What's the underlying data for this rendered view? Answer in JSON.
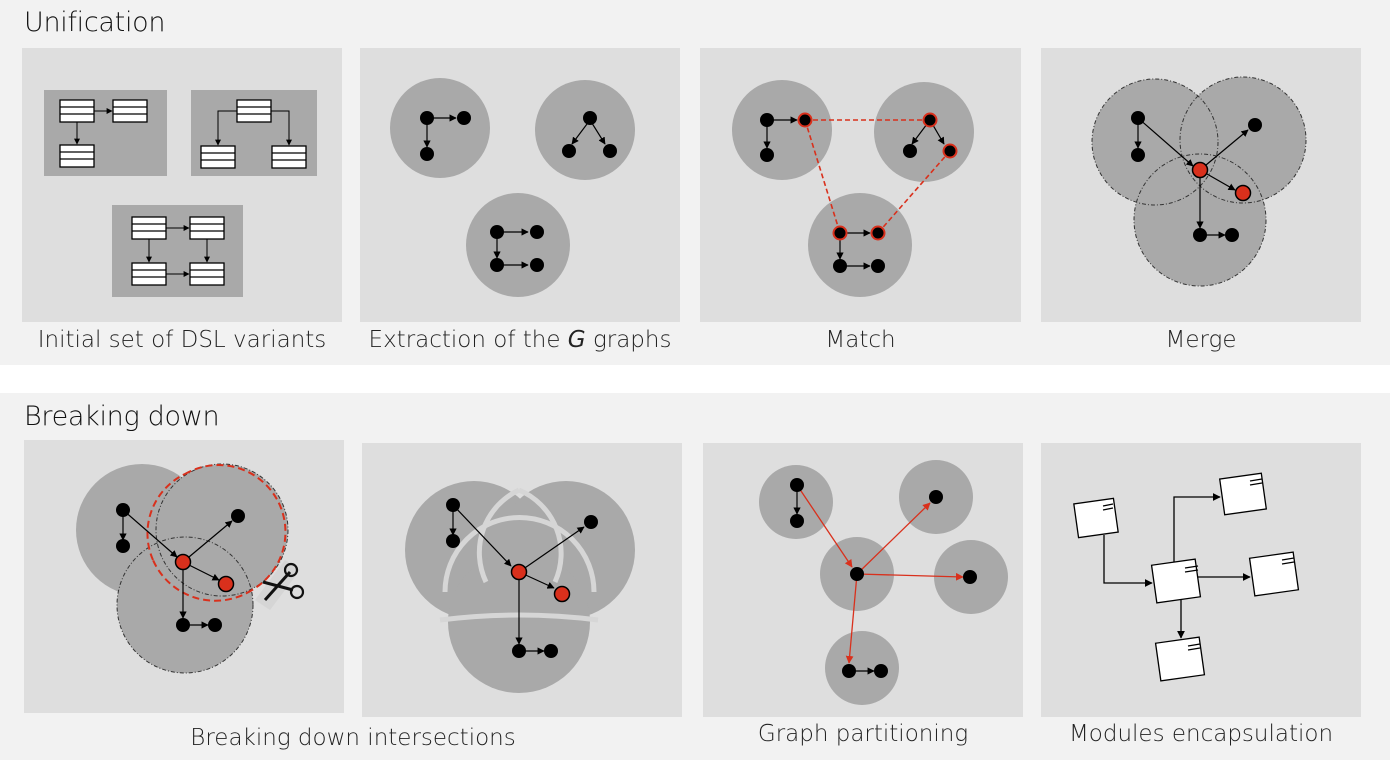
{
  "sections": [
    {
      "title": "Unification",
      "captions": [
        "Initial set of DSL variants",
        "Extraction of the",
        "graphs",
        "Match",
        "Merge"
      ],
      "graph_symbol": "G"
    },
    {
      "title": "Breaking down",
      "captions": [
        "Breaking down intersections",
        "Graph partitioning",
        "Modules encapsulation"
      ]
    }
  ],
  "colors": {
    "highlight_red": "#d9301c",
    "node_black": "#000000",
    "cluster_gray": "#a9a9a9",
    "panel_gray": "#dedede",
    "band_gray": "#f2f2f2"
  },
  "icons": [
    "scissors-icon"
  ]
}
